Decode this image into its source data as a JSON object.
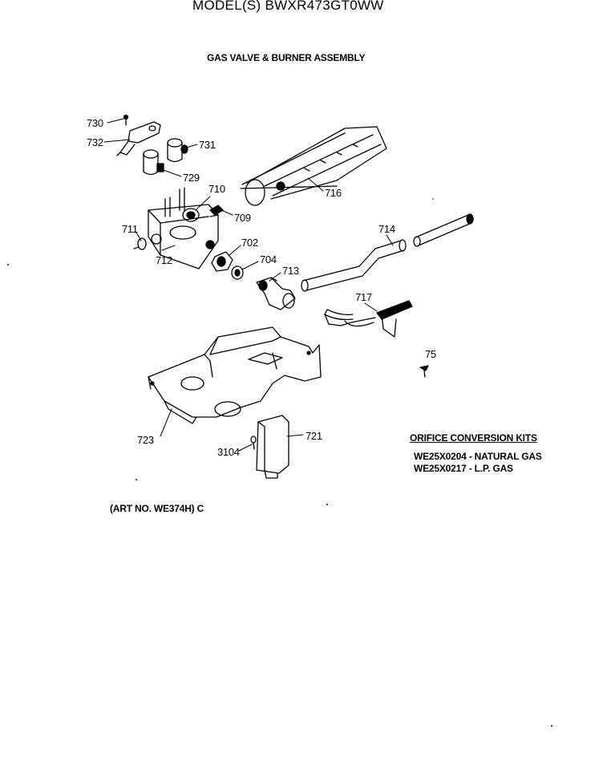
{
  "header": {
    "model": "MODEL(S) BWXR473GT0WW",
    "title": "GAS VALVE & BURNER ASSEMBLY"
  },
  "callouts": [
    {
      "id": "730",
      "label": "730"
    },
    {
      "id": "732",
      "label": "732"
    },
    {
      "id": "731",
      "label": "731"
    },
    {
      "id": "729",
      "label": "729"
    },
    {
      "id": "710",
      "label": "710"
    },
    {
      "id": "716",
      "label": "716"
    },
    {
      "id": "709",
      "label": "709"
    },
    {
      "id": "711",
      "label": "711"
    },
    {
      "id": "712",
      "label": "712"
    },
    {
      "id": "702",
      "label": "702"
    },
    {
      "id": "704",
      "label": "704"
    },
    {
      "id": "713",
      "label": "713"
    },
    {
      "id": "714",
      "label": "714"
    },
    {
      "id": "717",
      "label": "717"
    },
    {
      "id": "75",
      "label": "75"
    },
    {
      "id": "723",
      "label": "723"
    },
    {
      "id": "721",
      "label": "721"
    },
    {
      "id": "3104",
      "label": "3104"
    }
  ],
  "orifice_kits": {
    "heading": "ORIFICE CONVERSION KITS",
    "items": [
      {
        "part": "WE25X0204",
        "separator": " - ",
        "description": "NATURAL GAS"
      },
      {
        "part": "WE25X0217",
        "separator": " - ",
        "description": "L.P. GAS"
      }
    ]
  },
  "footer": {
    "art_number": "(ART NO. WE374H) C"
  }
}
